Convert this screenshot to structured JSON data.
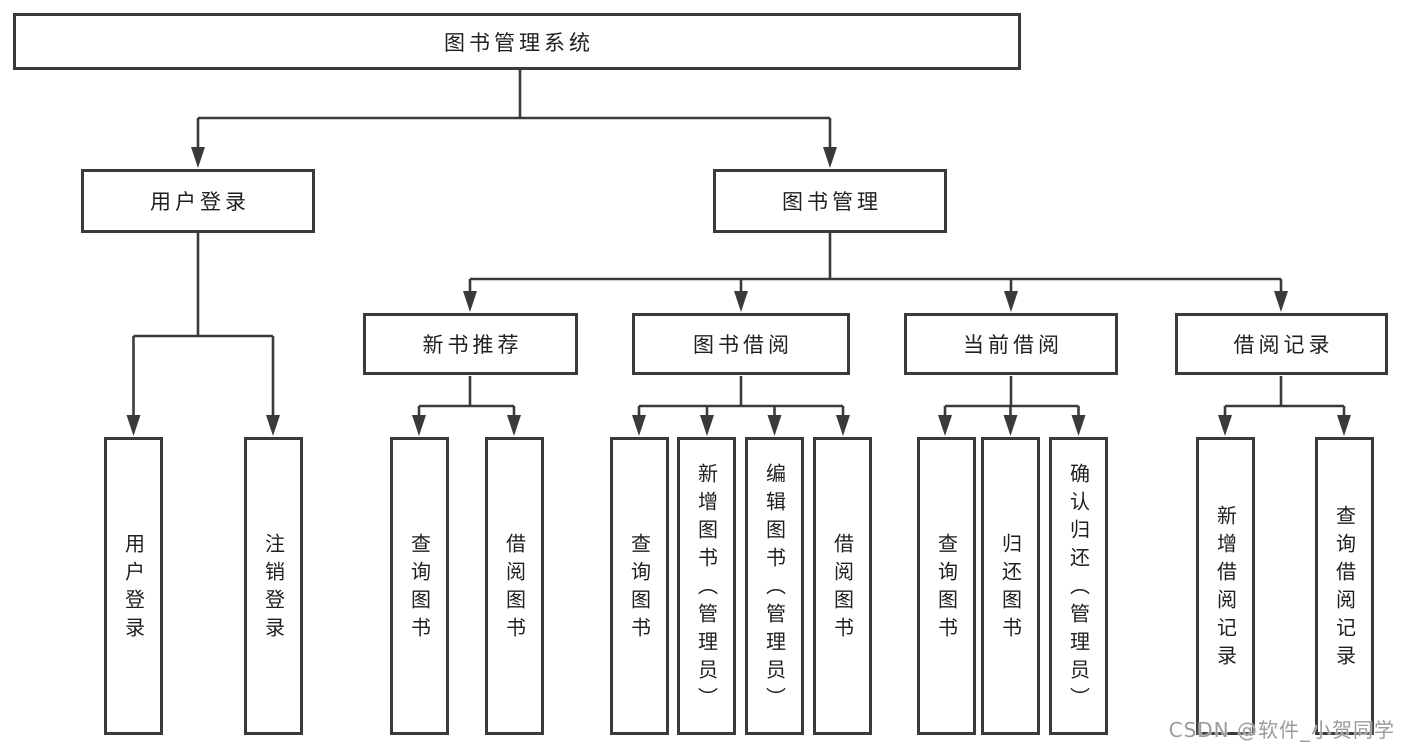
{
  "diagram": {
    "root": {
      "label": "图书管理系统"
    },
    "level2": [
      {
        "label": "用户登录"
      },
      {
        "label": "图书管理"
      }
    ],
    "level3": [
      {
        "label": "新书推荐"
      },
      {
        "label": "图书借阅"
      },
      {
        "label": "当前借阅"
      },
      {
        "label": "借阅记录"
      }
    ],
    "leaves": [
      {
        "label": "用户登录"
      },
      {
        "label": "注销登录"
      },
      {
        "label": "查询图书"
      },
      {
        "label": "借阅图书"
      },
      {
        "label": "查询图书"
      },
      {
        "label": "新增图书（管理员）"
      },
      {
        "label": "编辑图书（管理员）"
      },
      {
        "label": "借阅图书"
      },
      {
        "label": "查询图书"
      },
      {
        "label": "归还图书"
      },
      {
        "label": "确认归还（管理员）"
      },
      {
        "label": "新增借阅记录"
      },
      {
        "label": "查询借阅记录"
      }
    ]
  },
  "watermark": "CSDN @软件_小贺同学",
  "colors": {
    "line": "#3a3a3a",
    "text": "#1f1f1f",
    "watermark": "#9b9b9b",
    "background": "#ffffff"
  }
}
